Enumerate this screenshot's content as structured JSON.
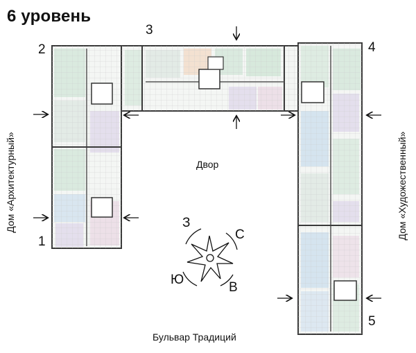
{
  "title": "6 уровень",
  "sections": [
    "1",
    "2",
    "3",
    "4",
    "5"
  ],
  "yard_label": "Двор",
  "boulevard_label": "Бульвар Традиций",
  "left_house_label": "Дом «Архитектурный»",
  "right_house_label": "Дом «Художественный»",
  "compass": {
    "north": "С",
    "east": "В",
    "south": "Ю",
    "west": "З"
  },
  "colors": {
    "wall": "#3a3a3a",
    "green_apartment": "#cfe6d6",
    "blue_apartment": "#cde0ee",
    "purple_apartment": "#ddd6ea",
    "pink_apartment": "#ead7e2",
    "peach_apartment": "#f3dcc8"
  }
}
